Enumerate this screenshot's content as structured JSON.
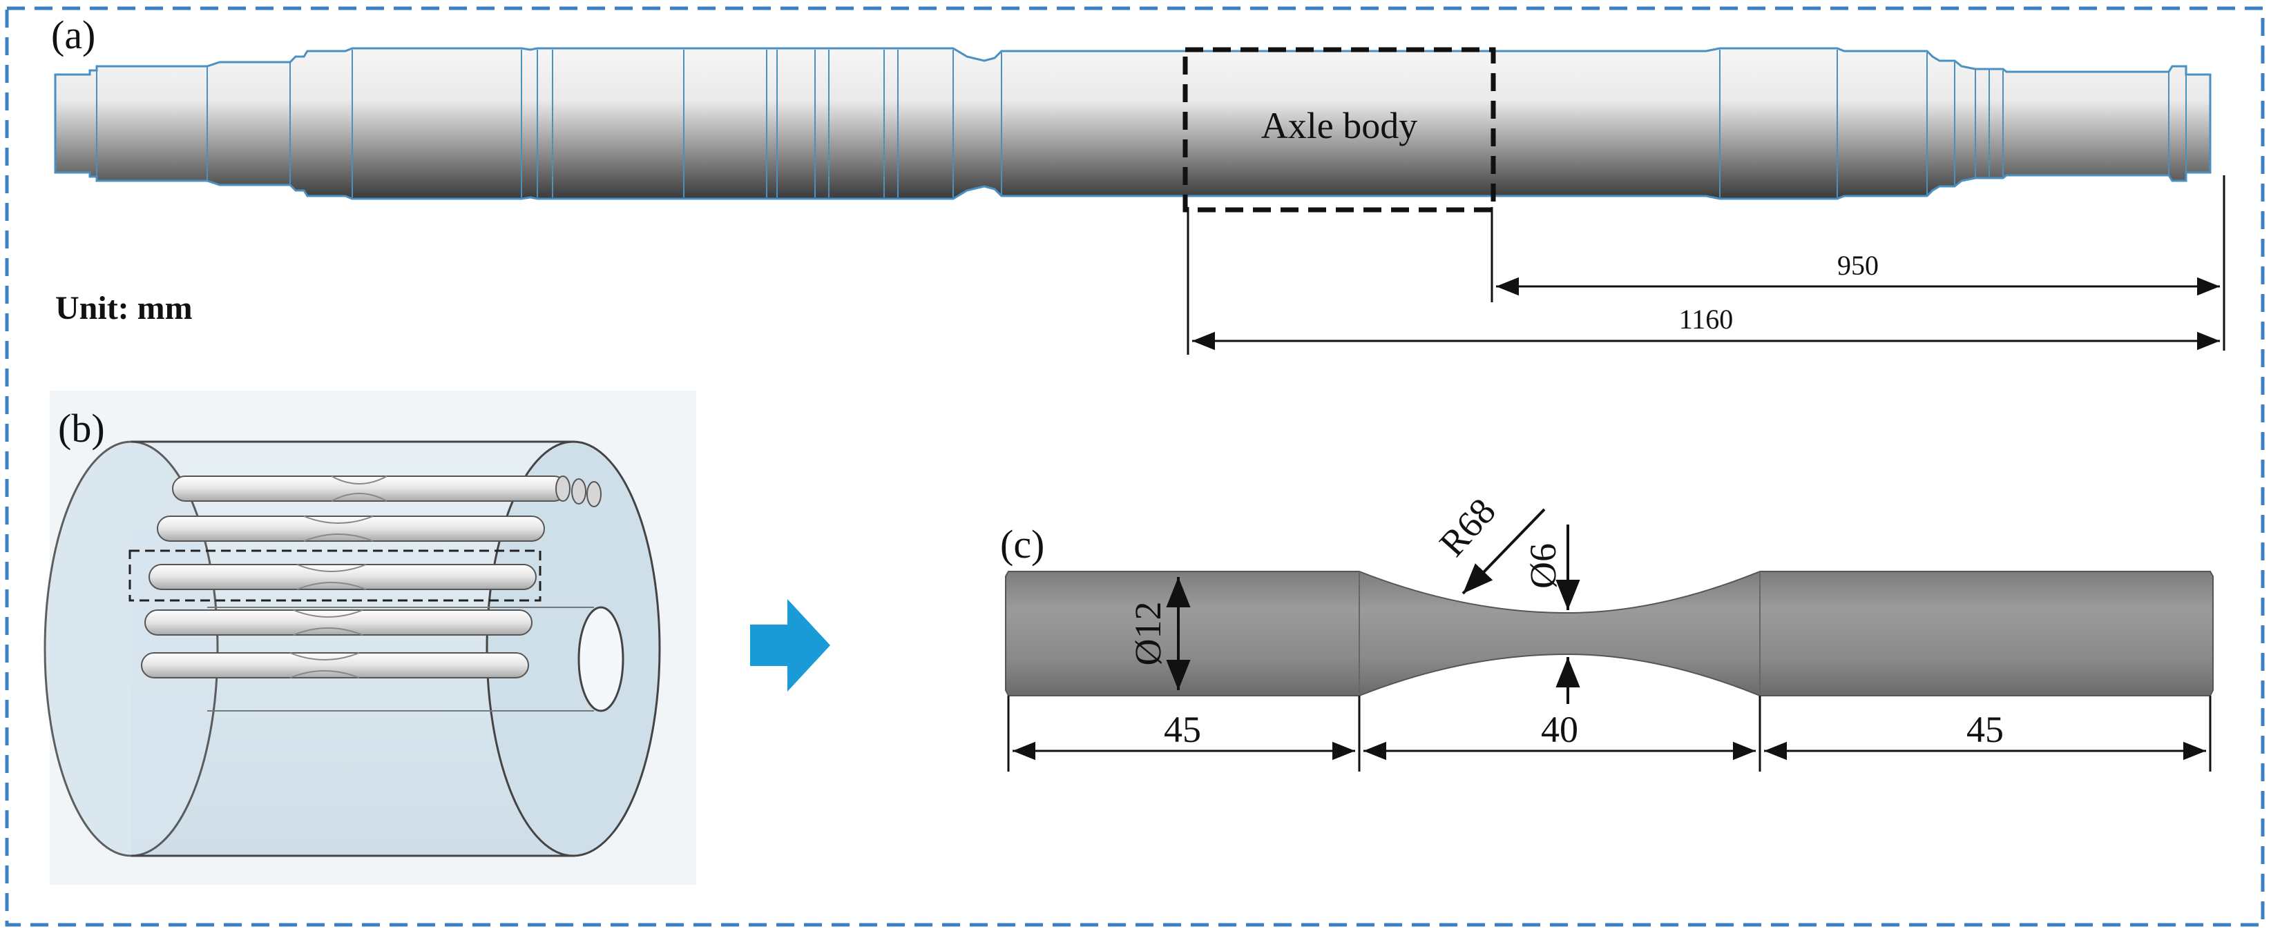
{
  "panels": {
    "a": {
      "label": "(a)",
      "box_label": "Axle body",
      "unit_label": "Unit: mm",
      "dim_short": "950",
      "dim_long": "1160"
    },
    "b": {
      "label": "(b)"
    },
    "c": {
      "label": "(c)",
      "radius_label": "R68",
      "neck_diameter_label": "Ø6",
      "shank_diameter_label": "Ø12",
      "left_length": "45",
      "gauge_length": "40",
      "right_length": "45"
    }
  },
  "colors": {
    "frame_border": "#3b7fc4",
    "arrow_fill": "#1a9ad6",
    "axle_edge": "#4a90c0",
    "specimen_fill": "#8e8e8e",
    "chamber_fill": "#c9dbe6"
  },
  "icons": {
    "process_arrow": "right-arrow-icon"
  }
}
